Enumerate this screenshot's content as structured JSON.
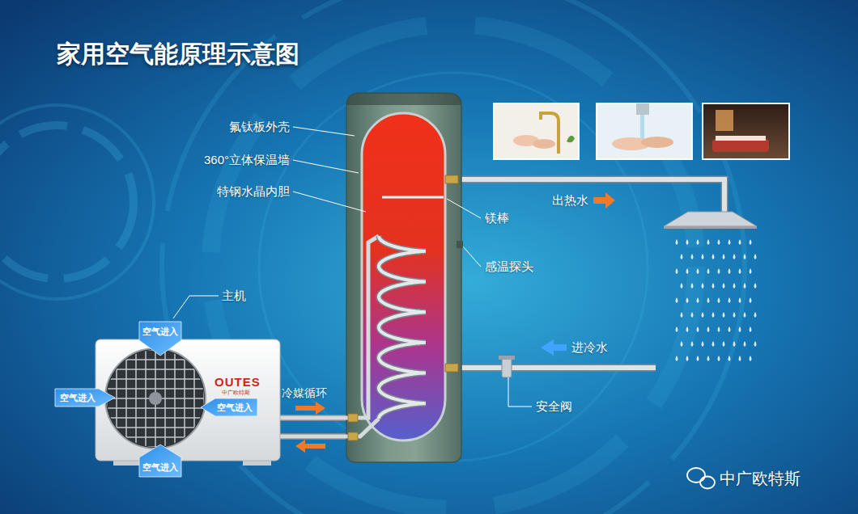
{
  "diagram": {
    "title": "家用空气能原理示意图",
    "nodes": [
      {
        "text": [
          "OUTES",
          "中广欧特斯"
        ]
      }
    ],
    "labels": [
      "氟钛板外壳",
      "360°立体保温墙",
      "特钢水晶内胆",
      "镁棒",
      "感温探头",
      "出热水",
      "进冷水",
      "安全阀",
      "主机",
      "空气进入",
      "空气进入",
      "空气进入",
      "空气进入",
      "冷媒循环",
      "中广欧特斯"
    ]
  }
}
